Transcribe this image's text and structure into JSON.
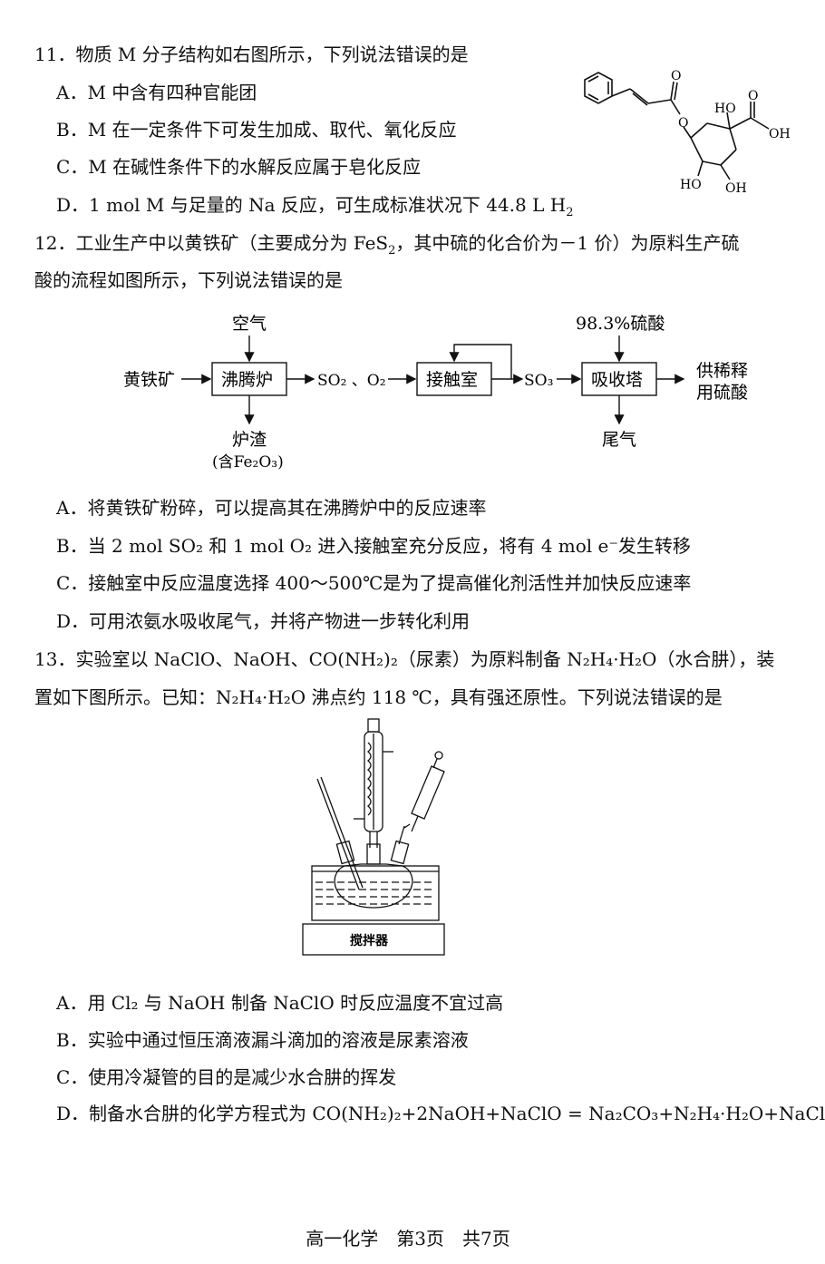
{
  "q11": {
    "stem": "11．物质 M 分子结构如右图所示，下列说法错误的是",
    "A": "A．M 中含有四种官能团",
    "B": "B．M 在一定条件下可发生加成、取代、氧化反应",
    "C": "C．M 在碱性条件下的水解反应属于皂化反应",
    "D_pre": "D．1 mol M 与足量的 Na 反应，可生成标准状况下 44.8 L H",
    "D_sub": "2",
    "structure": {
      "ho1": "HO",
      "o_acid": "O",
      "oh_acid": "OH",
      "o_ester1": "O",
      "o_ester2": "O",
      "ho2": "HO",
      "oh2": "OH"
    }
  },
  "q12": {
    "stem1_pre": "12．工业生产中以黄铁矿（主要成分为 FeS",
    "stem1_sub": "2",
    "stem1_post": "，其中硫的化合价为－1 价）为原料生产硫",
    "stem2": "酸的流程如图所示，下列说法错误的是",
    "flow": {
      "air": "空气",
      "ore": "黄铁矿",
      "furnace": "沸腾炉",
      "so2_o2": "SO₂ 、O₂",
      "contact": "接触室",
      "so3": "SO₃",
      "acid": "98.3%硫酸",
      "tower": "吸收塔",
      "out1": "供稀释",
      "out2": "用硫酸",
      "slag": "炉渣",
      "slag_note": "(含Fe₂O₃)",
      "tail": "尾气"
    },
    "A": "A．将黄铁矿粉碎，可以提高其在沸腾炉中的反应速率",
    "B": "B．当 2 mol SO₂ 和 1 mol O₂ 进入接触室充分反应，将有 4 mol e⁻发生转移",
    "C": "C．接触室中反应温度选择 400～500℃是为了提高催化剂活性并加快反应速率",
    "D": "D．可用浓氨水吸收尾气，并将产物进一步转化利用"
  },
  "q13": {
    "stem1": "13．实验室以 NaClO、NaOH、CO(NH₂)₂（尿素）为原料制备 N₂H₄·H₂O（水合肼），装",
    "stem2": "置如下图所示。已知：N₂H₄·H₂O 沸点约 118 ℃，具有强还原性。下列说法错误的是",
    "stirrer": "搅拌器",
    "A": "A．用 Cl₂ 与 NaOH 制备 NaClO 时反应温度不宜过高",
    "B": "B．实验中通过恒压滴液漏斗滴加的溶液是尿素溶液",
    "C": "C．使用冷凝管的目的是减少水合肼的挥发",
    "D": "D．制备水合肼的化学方程式为 CO(NH₂)₂+2NaOH+NaClO = Na₂CO₃+N₂H₄·H₂O+NaCl"
  },
  "footer": "高一化学　第3页　共7页"
}
